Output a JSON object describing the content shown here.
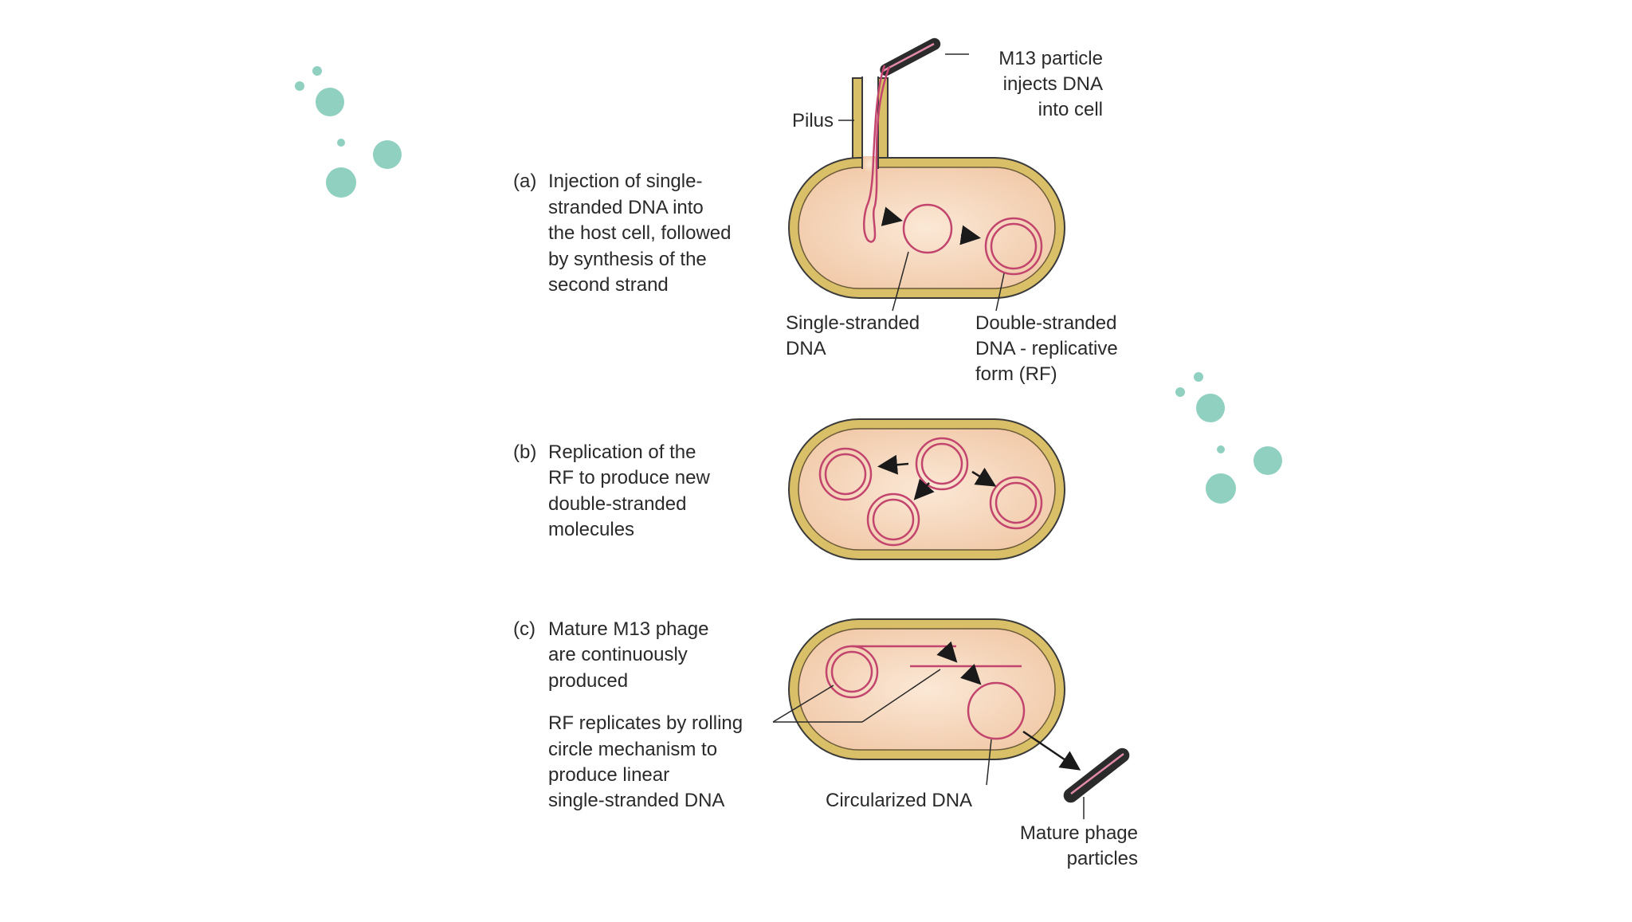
{
  "panels": {
    "a": {
      "letter": "(a)",
      "caption": [
        "Injection of single-",
        "stranded DNA into",
        "the host cell, followed",
        "by synthesis of the",
        "second strand"
      ],
      "label_pilus": "Pilus",
      "label_m13": [
        "M13 particle",
        "injects DNA",
        "into cell"
      ],
      "label_ssdna": [
        "Single-stranded",
        "DNA"
      ],
      "label_dsdna": [
        "Double-stranded",
        "DNA - replicative",
        "form (RF)"
      ]
    },
    "b": {
      "letter": "(b)",
      "caption": [
        "Replication of the",
        "RF to produce new",
        "double-stranded",
        "molecules"
      ]
    },
    "c": {
      "letter": "(c)",
      "caption": [
        "Mature M13 phage",
        "are continuously",
        "produced"
      ],
      "rolling_caption": [
        "RF replicates by rolling",
        "circle mechanism to",
        "produce linear",
        "single-stranded DNA"
      ],
      "label_circularized": "Circularized DNA",
      "label_mature": [
        "Mature phage",
        "particles"
      ]
    }
  },
  "colors": {
    "decor_teal": "#8fd0c0",
    "cell_fill": "#f6d6b6",
    "cell_wall": "#d9bf67",
    "cell_outline": "#3a3a3a",
    "dna_pink": "#c2456e"
  }
}
